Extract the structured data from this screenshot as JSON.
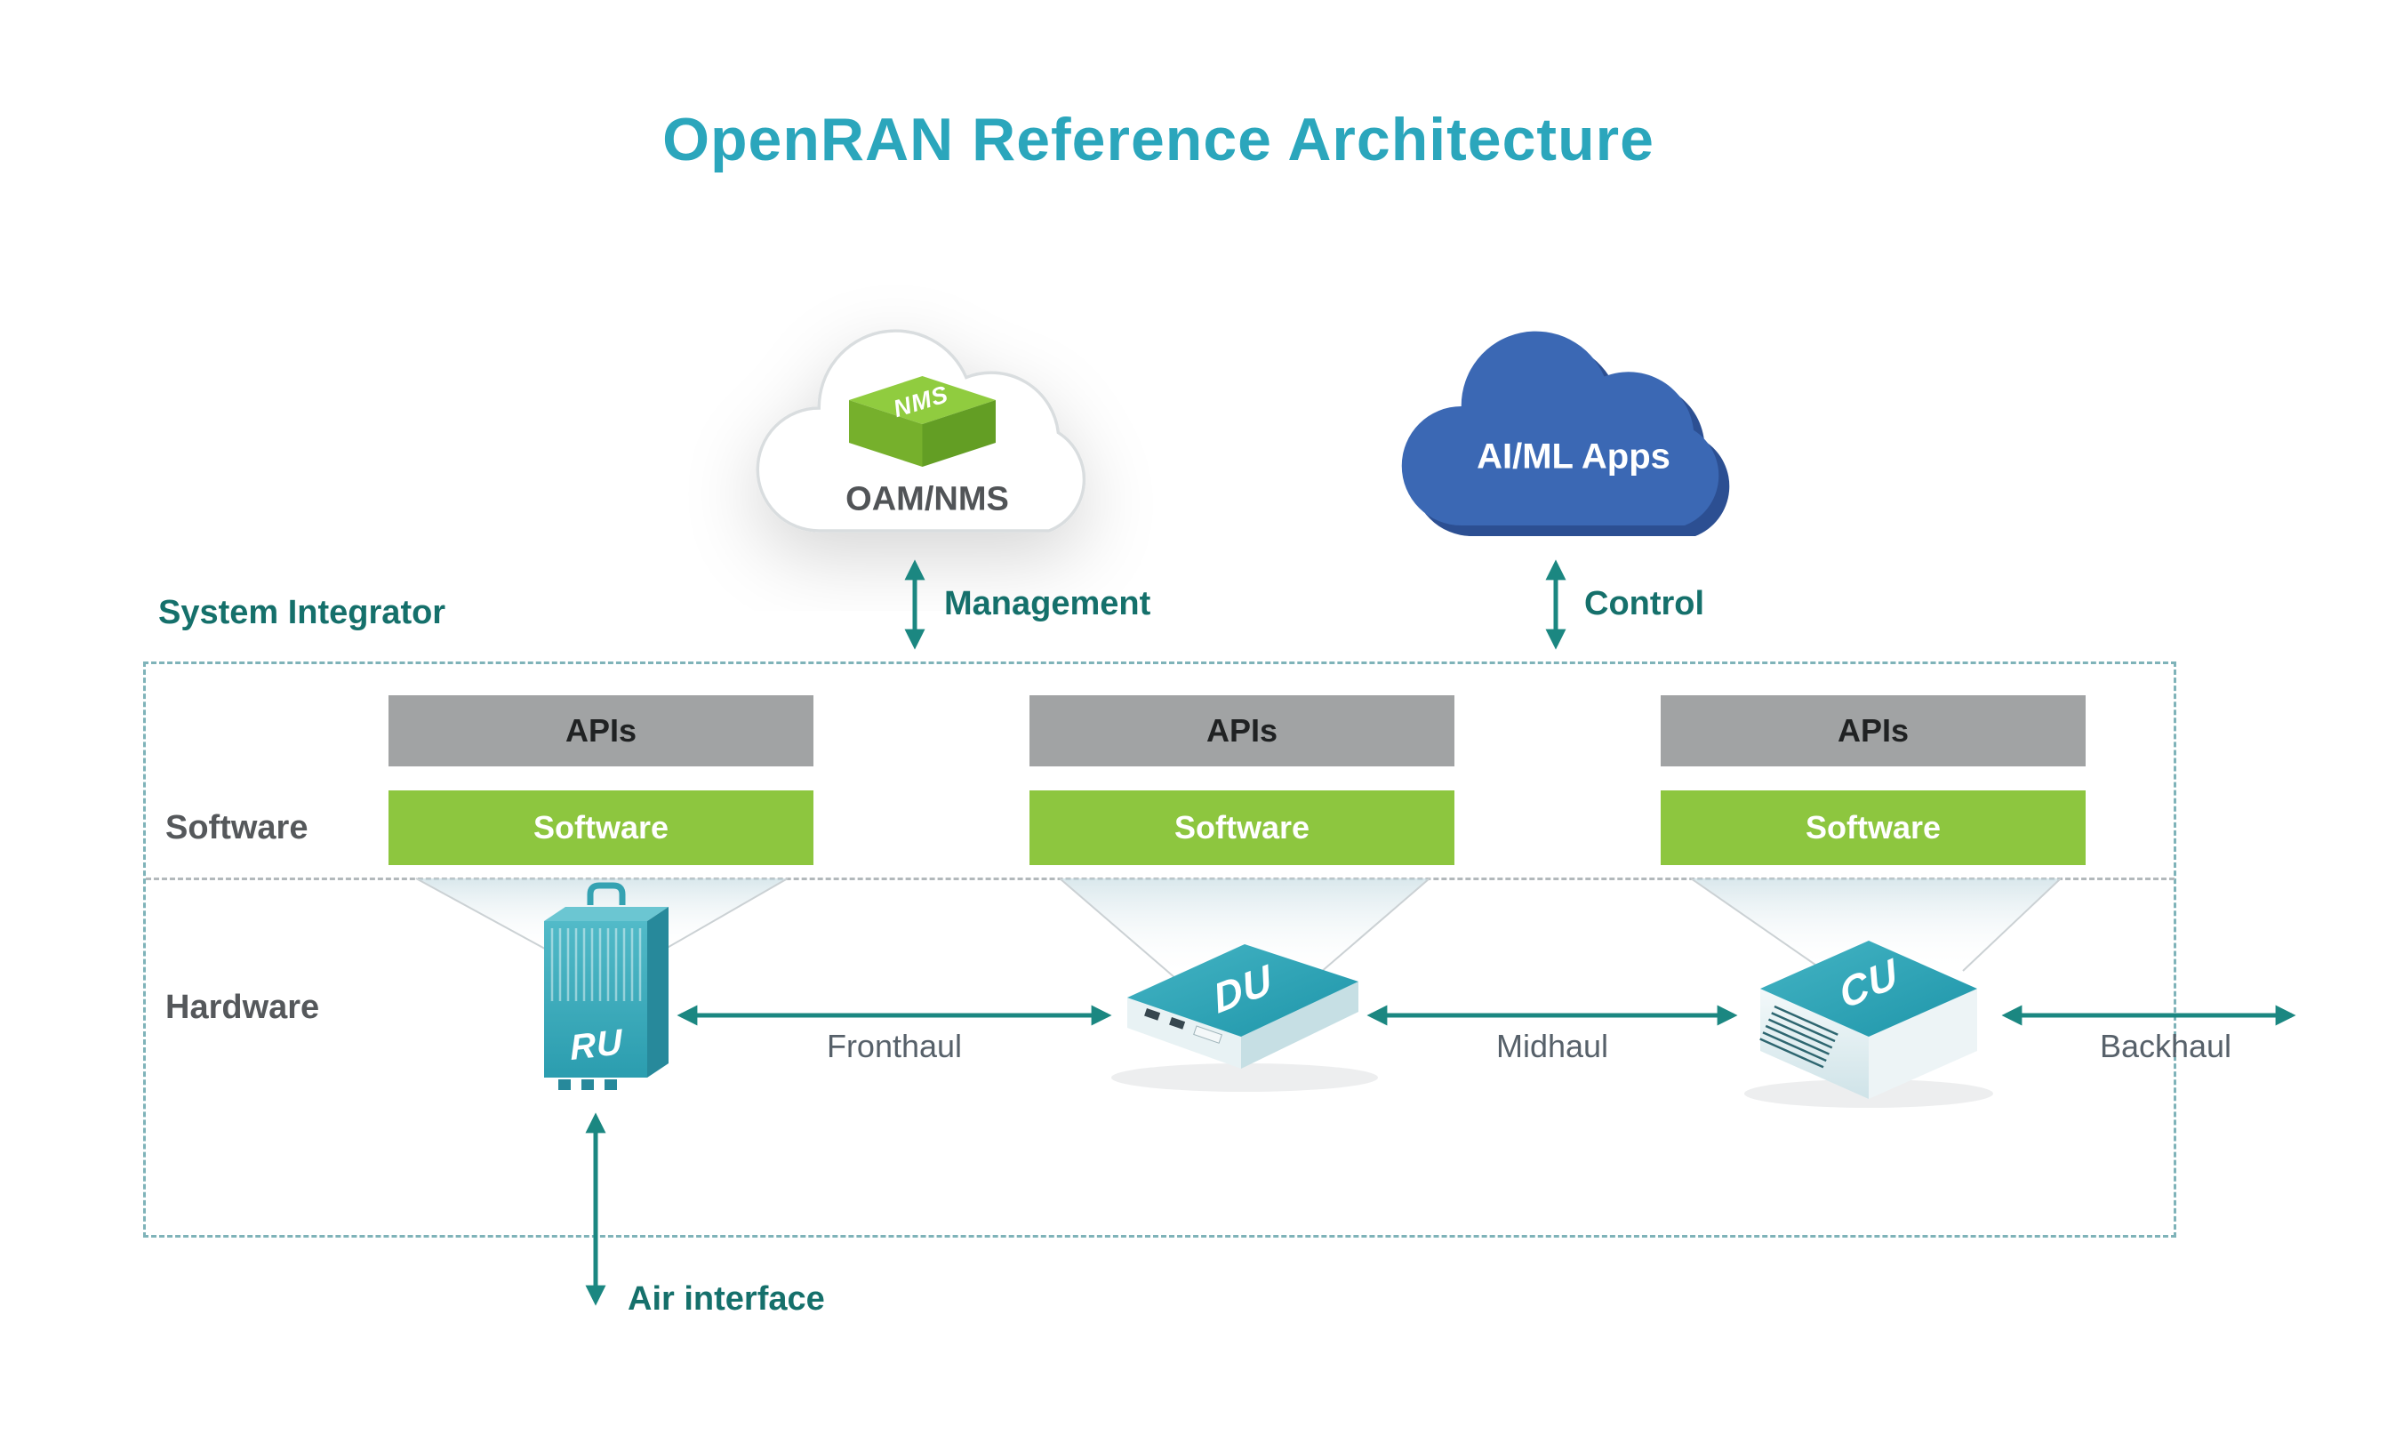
{
  "title": "OpenRAN Reference Architecture",
  "management_cloud": {
    "label": "OAM/NMS",
    "device_label": "NMS"
  },
  "aiml_cloud": {
    "label": "AI/ML Apps"
  },
  "system_integrator": {
    "label": "System Integrator",
    "software_row_label": "Software",
    "hardware_row_label": "Hardware"
  },
  "columns": [
    {
      "api_label": "APIs",
      "software_label": "Software",
      "device_label": "RU"
    },
    {
      "api_label": "APIs",
      "software_label": "Software",
      "device_label": "DU"
    },
    {
      "api_label": "APIs",
      "software_label": "Software",
      "device_label": "CU"
    }
  ],
  "links": {
    "management": "Management",
    "control": "Control",
    "fronthaul": "Fronthaul",
    "midhaul": "Midhaul",
    "backhaul": "Backhaul",
    "air_interface": "Air interface"
  },
  "colors": {
    "title_teal": "#2BA6BC",
    "dark_teal_text": "#15706B",
    "arrow_teal": "#1B8781",
    "software_green": "#8DC63F",
    "api_gray": "#A1A3A4",
    "section_gray": "#55585B",
    "haul_gray": "#57616A",
    "cloud_blue": "#3B68B4",
    "device_teal": "#35A9BB"
  }
}
